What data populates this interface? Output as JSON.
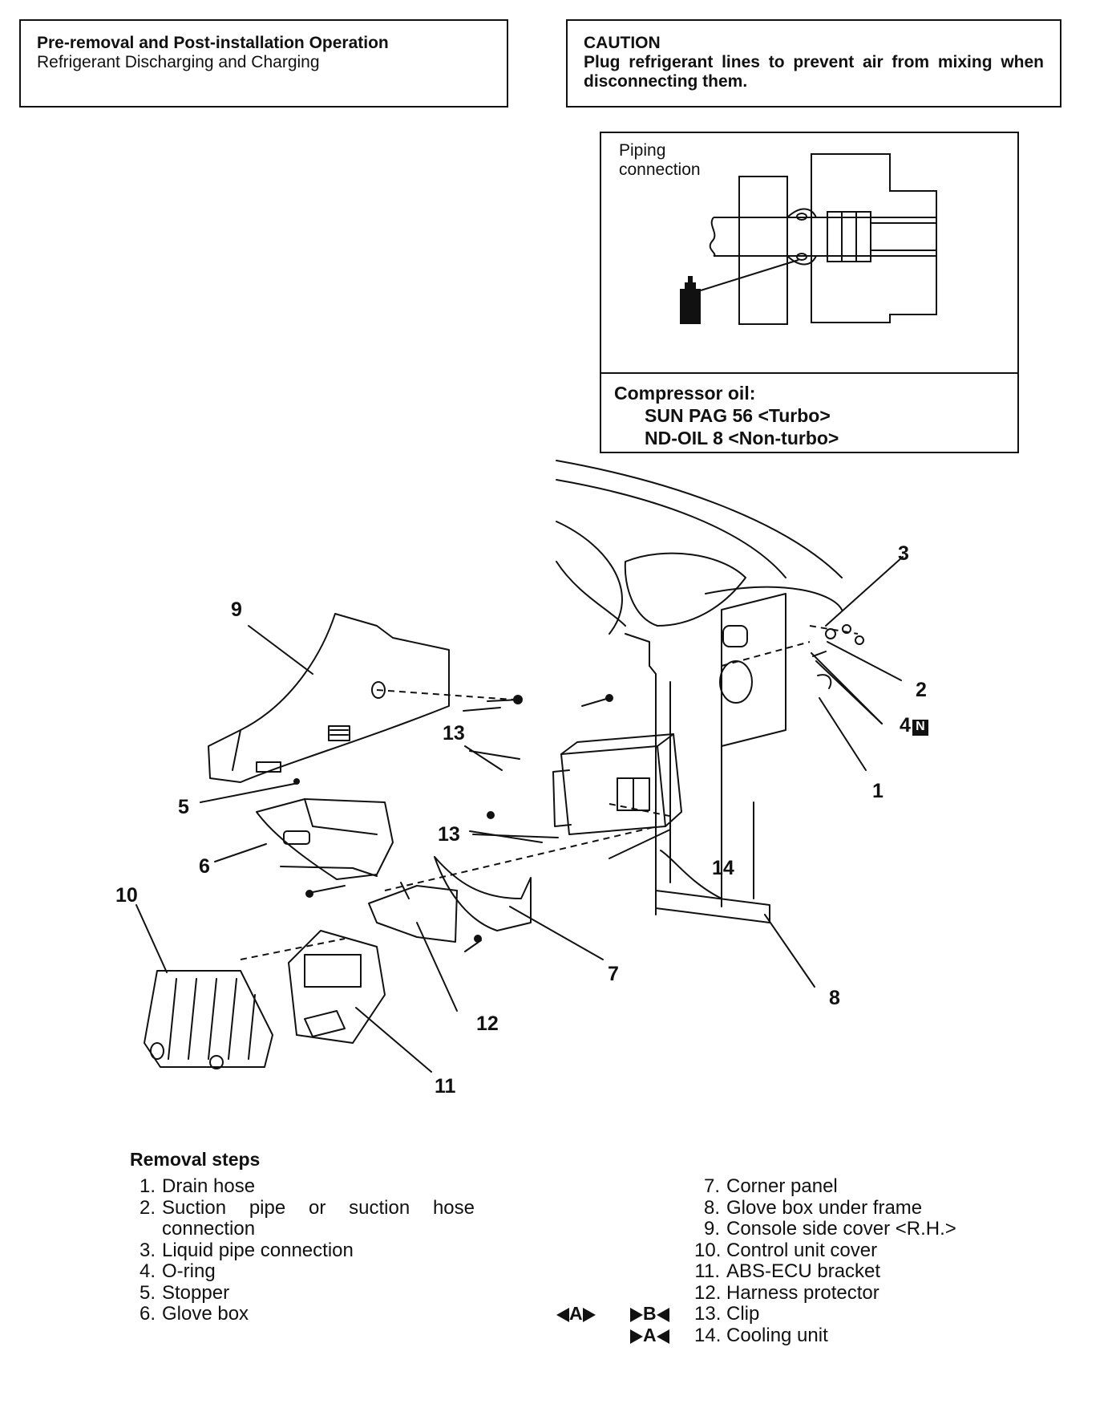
{
  "pre_box": {
    "title": "Pre-removal and Post-installation Operation",
    "subtitle": "Refrigerant Discharging and Charging"
  },
  "caution_box": {
    "title": "CAUTION",
    "text": "Plug refrigerant lines to prevent air from mixing when disconnecting them."
  },
  "piping_box": {
    "label": "Piping connection",
    "oil_heading": "Compressor oil:",
    "oil_values": [
      "SUN PAG 56 <Turbo>",
      "ND-OIL 8 <Non-turbo>"
    ]
  },
  "callouts": [
    "1",
    "2",
    "3",
    "4",
    "5",
    "6",
    "7",
    "8",
    "9",
    "10",
    "11",
    "12",
    "13",
    "13",
    "14"
  ],
  "callout_4_badge": "N",
  "removal": {
    "title": "Removal steps",
    "left": [
      {
        "num": "1.",
        "text": "Drain hose"
      },
      {
        "num": "2.",
        "text": "Suction pipe or suction hose connection"
      },
      {
        "num": "3.",
        "text": "Liquid pipe connection"
      },
      {
        "num": "4.",
        "text": "O-ring"
      },
      {
        "num": "5.",
        "text": "Stopper"
      },
      {
        "num": "6.",
        "text": "Glove box"
      }
    ],
    "right": [
      {
        "num": "7.",
        "text": "Corner panel"
      },
      {
        "num": "8.",
        "text": "Glove box under frame"
      },
      {
        "num": "9.",
        "text": "Console side cover <R.H.>"
      },
      {
        "num": "10.",
        "text": "Control unit cover"
      },
      {
        "num": "11.",
        "text": "ABS-ECU bracket"
      },
      {
        "num": "12.",
        "text": "Harness protector"
      },
      {
        "num": "13.",
        "text": "Clip"
      },
      {
        "num": "14.",
        "text": "Cooling unit"
      }
    ],
    "marker_13_left": "A",
    "marker_13_right": "B",
    "marker_14_right": "A"
  }
}
